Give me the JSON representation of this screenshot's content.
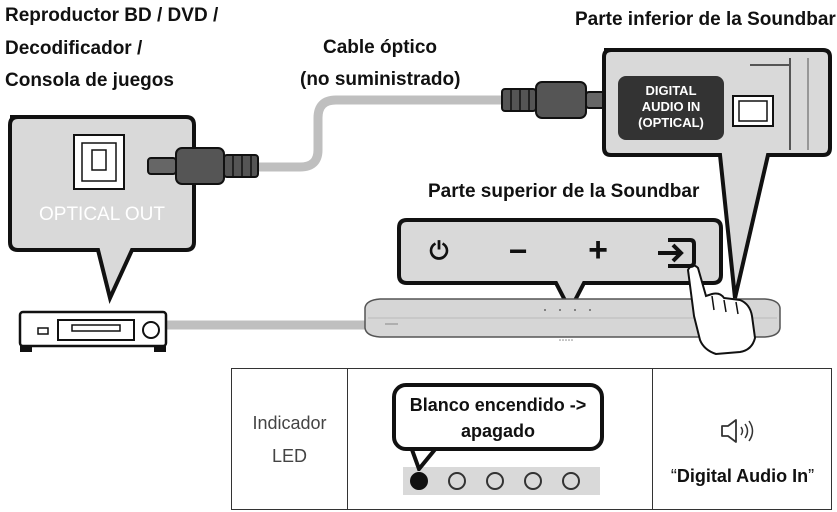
{
  "labels": {
    "source_device_line1": "Reproductor BD / DVD /",
    "source_device_line2": "Decodificador /",
    "source_device_line3": "Consola de juegos",
    "cable_line1": "Cable óptico",
    "cable_line2": "(no suministrado)",
    "soundbar_bottom": "Parte inferior de la Soundbar",
    "soundbar_top": "Parte superior de la Soundbar",
    "optical_out": "OPTICAL OUT",
    "digital_audio_in_line1": "DIGITAL",
    "digital_audio_in_line2": "AUDIO IN",
    "digital_audio_in_line3": "(OPTICAL)"
  },
  "buttons": {
    "power_symbol": "⏻",
    "volume_down_symbol": "−",
    "volume_up_symbol": "+"
  },
  "led_table": {
    "row_label_line1": "Indicador",
    "row_label_line2": "LED",
    "status_line1": "Blanco encendido ->",
    "status_line2": "apagado",
    "leds": [
      true,
      false,
      false,
      false,
      false
    ],
    "mode_quote_open": "“",
    "mode_name": "Digital Audio In",
    "mode_quote_close": "”"
  },
  "colors": {
    "callout_fill": "#d9d9d9",
    "outline": "#111111",
    "cable": "#bfbfbf"
  }
}
